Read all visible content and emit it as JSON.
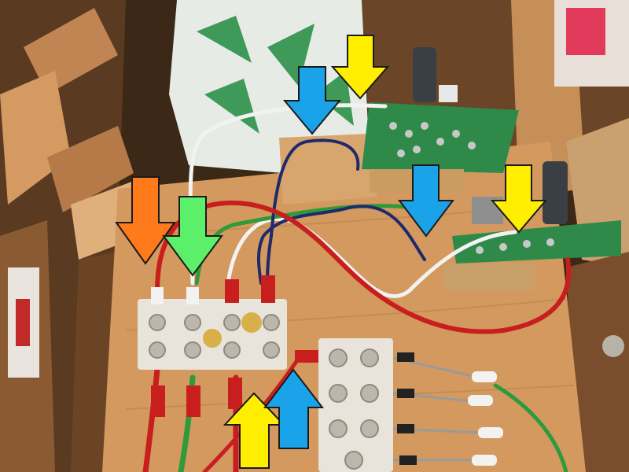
{
  "photo": {
    "subject": "wiring-on-wood-board",
    "colors": {
      "wood_light": "#d9a36b",
      "wood_mid": "#c98f57",
      "wood_dark": "#8a5a32",
      "background_dark": "#2a1d12",
      "pcb_green": "#2f8a4a",
      "capacitor": "#3a3f45",
      "terminal_white": "#e8e4dc",
      "wire_red": "#c81e1e",
      "wire_white": "#f2f2f0",
      "wire_green": "#2f9a3a",
      "wire_navy": "#1f2a6b",
      "arrow_yellow": "#ffee00",
      "arrow_blue": "#1aa3e8",
      "arrow_orange": "#ff7a1a",
      "arrow_green": "#5cf06a"
    },
    "arrows": [
      {
        "color": "yellow",
        "direction": "down"
      },
      {
        "color": "blue",
        "direction": "down"
      },
      {
        "color": "blue",
        "direction": "down"
      },
      {
        "color": "yellow",
        "direction": "down"
      },
      {
        "color": "orange",
        "direction": "down"
      },
      {
        "color": "green",
        "direction": "down"
      },
      {
        "color": "yellow",
        "direction": "up"
      },
      {
        "color": "blue",
        "direction": "up"
      }
    ]
  }
}
